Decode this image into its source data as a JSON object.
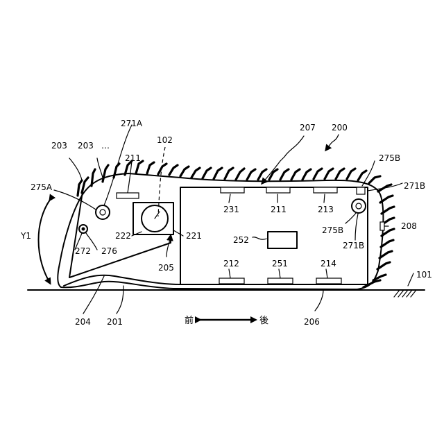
{
  "labels": {
    "l200": "200",
    "l207": "207",
    "l275B_top": "275B",
    "l271B_top": "271B",
    "l271A": "271A",
    "l102": "102",
    "l203a": "203",
    "l203b": "203",
    "ellipsis": "…",
    "l211_left": "211",
    "l275A": "275A",
    "lY1": "Y1",
    "l222": "222",
    "l221": "221",
    "l272": "272",
    "l276": "276",
    "l205": "205",
    "l231": "231",
    "l211_right": "211",
    "l213": "213",
    "l252": "252",
    "l212": "212",
    "l251": "251",
    "l214": "214",
    "l275B_mid": "275B",
    "l271B_mid": "271B",
    "l208": "208",
    "l101": "101",
    "l204": "204",
    "l201": "201",
    "l206": "206",
    "front": "前",
    "rear": "後"
  }
}
